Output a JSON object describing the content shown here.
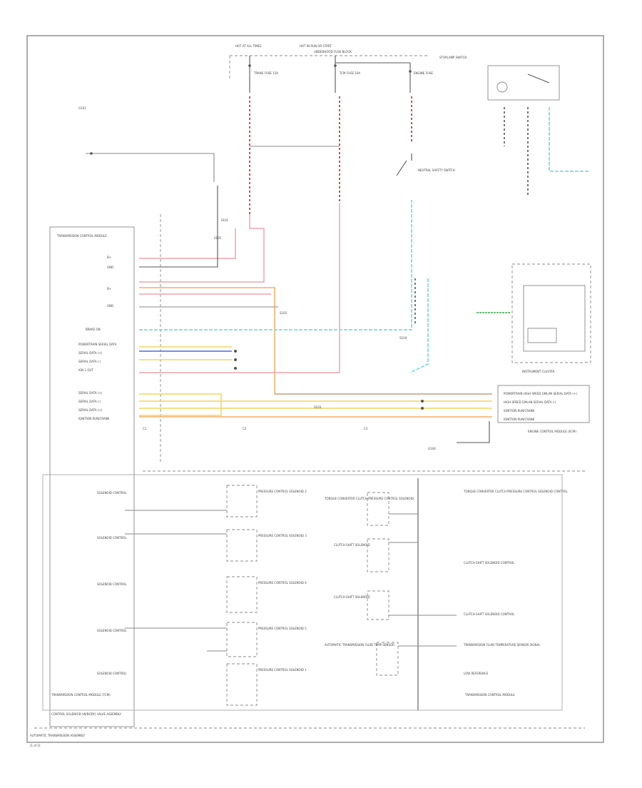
{
  "diagram": {
    "footer_label": "AUTOMATIC TRANSMISSION ASSEMBLY",
    "part_label": "(1 of 2)",
    "tcm_title": "TRANSMISSION CONTROL MODULE (TCM)",
    "tcm_inner_title": "TRANSMISSION CONTROL MODULE",
    "control_solenoid_label": "CONTROL SOLENOID (W/BODY) VALVE ASSEMBLY",
    "ecm_label": "ENGINE CONTROL MODULE (ECM)",
    "cluster_label": "INSTRUMENT CLUSTER",
    "ecm_pins": [
      "POWERTRAIN HIGH SPEED GMLAN SERIAL DATA (+)",
      "HIGH SPEED GMLAN SERIAL DATA (-)",
      "IGNITION RUN/CRANK",
      "IGNITION RUN/CRANK"
    ],
    "tcm_pins": [
      "B+",
      "GND",
      "B+",
      "GND",
      "BRAKE ON",
      "POWERTRAIN SERIAL DATA",
      "SERIAL DATA (+)",
      "SERIAL DATA (-)",
      "IGN 1 OUT",
      "SERIAL DATA (+)",
      "SERIAL DATA (-)",
      "SERIAL DATA (+)",
      "IGNITION RUN/CRANK"
    ],
    "solenoids_left": [
      "PRESSURE CONTROL SOLENOID 2",
      "PRESSURE CONTROL SOLENOID 3",
      "PRESSURE CONTROL SOLENOID 4",
      "PRESSURE CONTROL SOLENOID 5",
      "PRESSURE CONTROL SOLENOID 1"
    ],
    "solenoid_ctrl_label": "SOLENOID CONTROL",
    "solenoids_right": [
      "TORQUE CONVERTER CLUTCH PRESSURE CONTROL SOLENOID",
      "CLUTCH SHIFT SOLENOID",
      "CLUTCH SHIFT SOLENOID",
      "AUTOMATIC TRANSMISSION FLUID TEMP SENSOR"
    ],
    "right_block_labels": [
      "TORQUE CONVERTER CLUTCH PRESSURE CONTROL SOLENOID CONTROL",
      "CLUTCH SHIFT SOLENOID CONTROL",
      "CLUTCH SHIFT SOLENOID CONTROL",
      "TRANSMISSION FLUID TEMPERATURE SENSOR SIGNAL",
      "LOW REFERENCE"
    ],
    "top_labels": [
      "HOT AT ALL TIMES",
      "HOT IN RUN OR START",
      "UNDERHOOD FUSE BLOCK",
      "STOPLAMP SWITCH"
    ],
    "fuses": [
      "TRANS FUSE 15A",
      "TCM FUSE 10A",
      "ENGINE FUSE"
    ],
    "neutral_label": "NEUTRAL SAFETY SWITCH",
    "ground_labels": [
      "G101",
      "G104"
    ],
    "splices": [
      "S101",
      "S102",
      "S103",
      "S104",
      "S105"
    ],
    "connectors": [
      "C1",
      "C2",
      "C3"
    ],
    "wire_colors": {
      "red": "#d94a55",
      "pink": "#f0a3ad",
      "orange": "#f2ae63",
      "brown": "#b98b5a",
      "light_blue": "#66d4e0",
      "blue": "#5566dd",
      "yellow": "#f5d45e",
      "green": "#33aa44"
    }
  }
}
